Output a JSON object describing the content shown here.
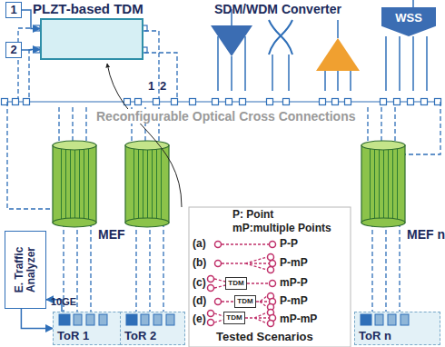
{
  "diagram": {
    "nodes": [
      {
        "text": [
          "1"
        ]
      },
      {
        "text": [
          "PLZT-based TDM"
        ]
      },
      {
        "text": [
          "2"
        ]
      },
      {
        "text": [
          "WSS"
        ]
      },
      {
        "text": [
          "P: Point",
          "mP:multiple Points",
          "(a)",
          "P-P",
          "(b)",
          "P-mP",
          "(c)",
          "mP-P",
          "(d)",
          "P-mP",
          "(e)",
          "mP-mP",
          "Tested Scenarios"
        ]
      },
      {
        "text": [
          "TDM"
        ],
        "in": 4
      },
      {
        "text": [
          "TDM"
        ],
        "in": 4
      },
      {
        "text": [
          "TDM"
        ],
        "in": 4
      },
      {
        "text": [
          "E. Traffic Analyzer"
        ]
      },
      {
        "text": [
          "ToR 1"
        ]
      },
      {
        "text": [
          "ToR 2"
        ]
      },
      {
        "text": [
          "ToR n"
        ]
      }
    ],
    "edges": [
      {
        "from": 0,
        "to": 1,
        "arrow": "to"
      },
      {
        "from": 2,
        "to": 1,
        "arrow": "to"
      },
      {
        "from": 8,
        "to": 9,
        "arrow": "to"
      },
      {
        "from": 9,
        "to": 8,
        "arrow": "to"
      }
    ],
    "labels": [
      "SDM/WDM Converter",
      "Reconfigurable Optical Cross Connections",
      "1",
      "2",
      "MEF",
      "MEF n",
      "10GE"
    ]
  }
}
